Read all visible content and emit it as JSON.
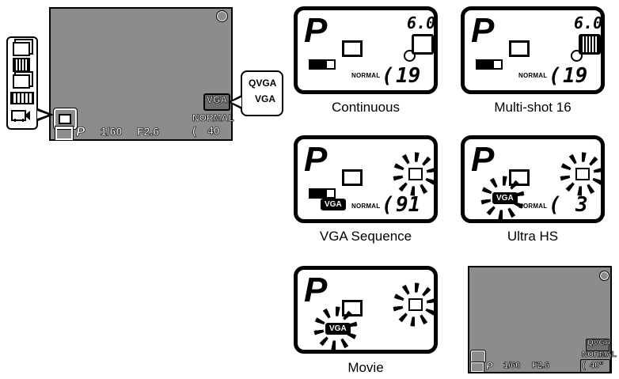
{
  "monitor": {
    "mode": "P",
    "shutter": "1/60",
    "aperture": "F2.6",
    "quality": "NORMAL",
    "frames": "40",
    "size_tag": "VGA",
    "size_options": [
      "QVGA",
      "VGA"
    ]
  },
  "panels": [
    {
      "caption": "Continuous",
      "top": "6.0",
      "frames": "19"
    },
    {
      "caption": "Multi-shot 16",
      "top": "6.0",
      "frames": "19"
    },
    {
      "caption": "VGA Sequence",
      "frames": "91",
      "tag": "VGA"
    },
    {
      "caption": "Ultra HS",
      "frames": "3",
      "tag": "VGA"
    },
    {
      "caption": "Movie",
      "tag": "VGA"
    }
  ],
  "movie_monitor": {
    "mode": "P",
    "shutter": "1/60",
    "aperture": "F2.6",
    "quality": "NORMAL",
    "frames": "40\"",
    "size_tag": "QVGA"
  },
  "colors": {
    "monitor_bg": "#8c8c8c",
    "ink": "#000000"
  }
}
